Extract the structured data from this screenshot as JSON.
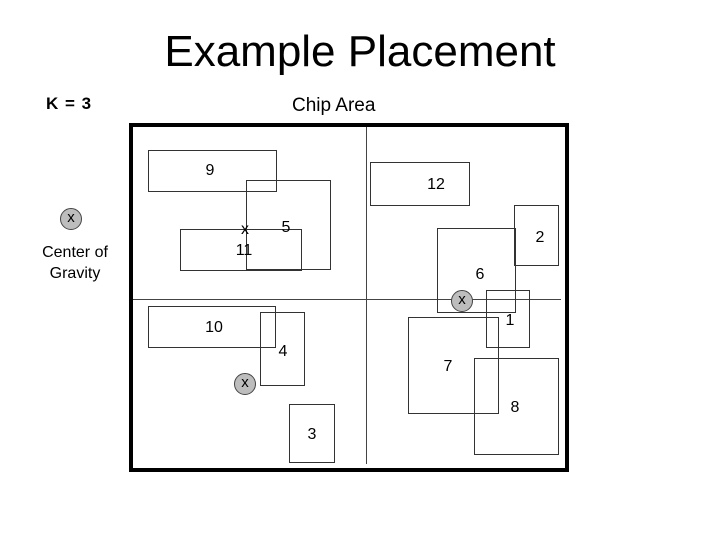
{
  "title": "Example Placement",
  "k_label": "K = 3",
  "chip_area_label": "Chip Area",
  "center_of_gravity_label": "Center of Gravity",
  "center_marker": "x",
  "cells": [
    {
      "id": "1",
      "label": "1"
    },
    {
      "id": "2",
      "label": "2"
    },
    {
      "id": "3",
      "label": "3"
    },
    {
      "id": "4",
      "label": "4"
    },
    {
      "id": "5",
      "label": "5"
    },
    {
      "id": "6",
      "label": "6"
    },
    {
      "id": "7",
      "label": "7"
    },
    {
      "id": "8",
      "label": "8"
    },
    {
      "id": "9",
      "label": "9"
    },
    {
      "id": "10",
      "label": "10"
    },
    {
      "id": "11",
      "label": "11"
    },
    {
      "id": "12",
      "label": "12"
    }
  ]
}
